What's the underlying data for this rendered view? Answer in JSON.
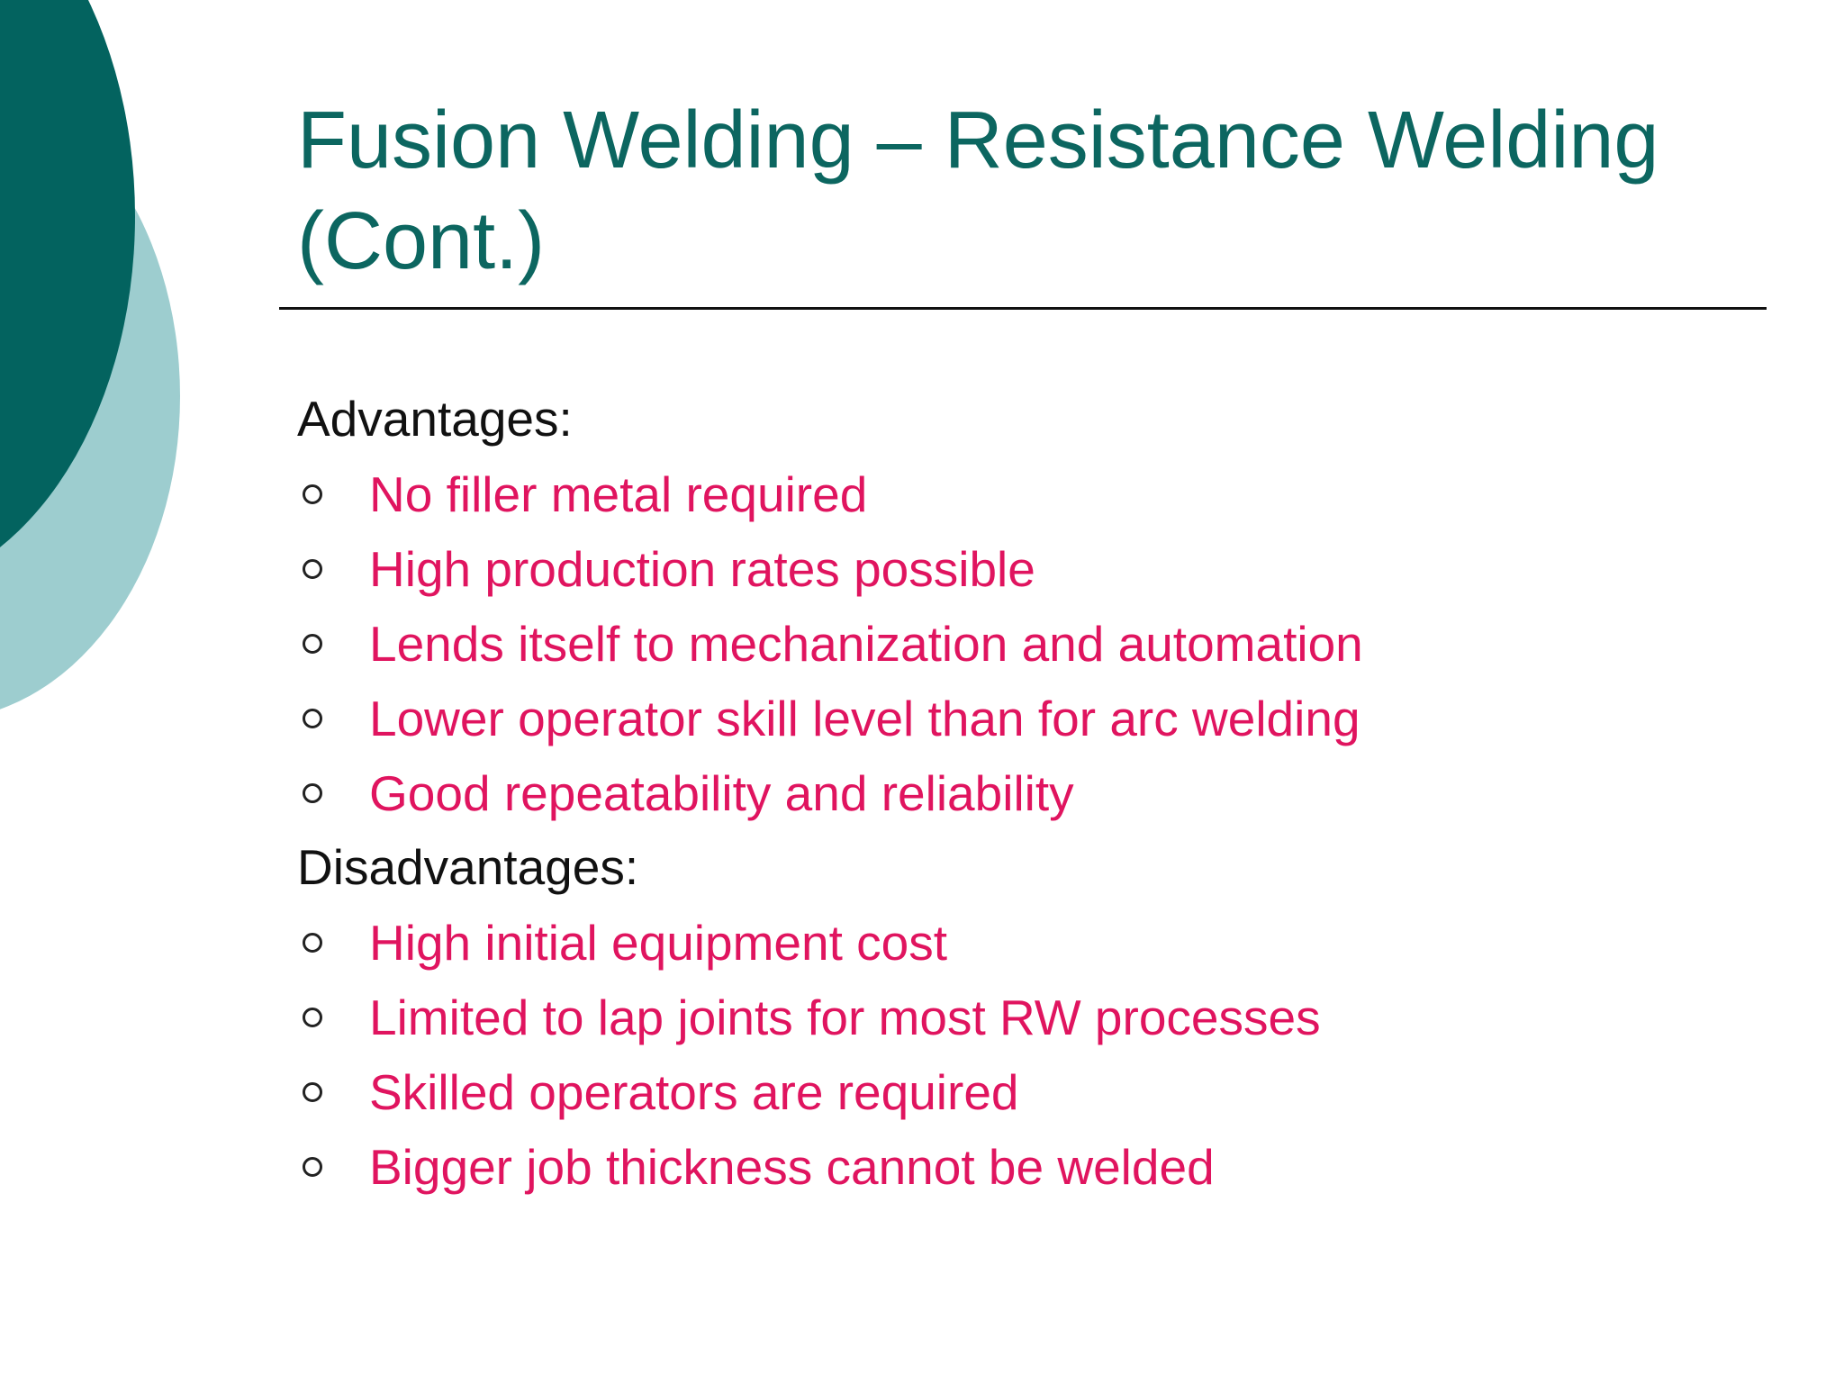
{
  "colors": {
    "dark_teal": "#03635F",
    "light_teal": "#9DCDCF",
    "title": "#0C6660",
    "accent": "#E0145F"
  },
  "title": {
    "line1": "Fusion Welding – Resistance Welding",
    "line2": "(Cont.)"
  },
  "advantages": {
    "label": "Advantages:",
    "items": [
      "No filler metal required",
      "High production rates possible",
      "Lends itself to mechanization and automation",
      "Lower operator skill level than for arc welding",
      "Good repeatability and reliability"
    ]
  },
  "disadvantages": {
    "label": "Disadvantages:",
    "items": [
      "High initial equipment cost",
      "Limited to lap joints for most RW processes",
      "Skilled operators are required",
      "Bigger job thickness cannot be welded"
    ]
  }
}
